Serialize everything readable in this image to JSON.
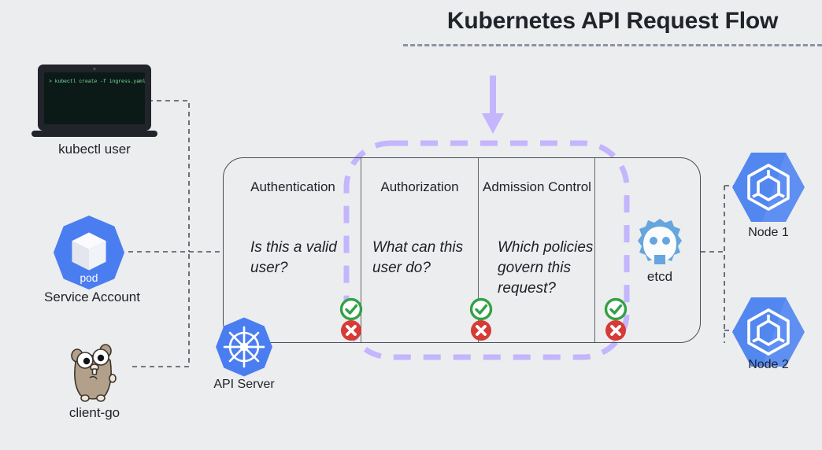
{
  "header": {
    "title": "Kubernetes API Request Flow"
  },
  "colors": {
    "background": "#ecedef",
    "k8s_blue": "#4a7df0",
    "node_blue": "#5287f0",
    "etcd_blue": "#64a6dd",
    "accent_purple": "#c4b5fd",
    "title_rule": "#8d93a6",
    "check_green": "#34a047",
    "cross_red": "#d63b36",
    "terminal_bg": "#0c1a17",
    "terminal_text": "#7ee0a8",
    "laptop_shell": "#21242a",
    "gopher_body": "#b3a08a",
    "text_dark": "#20232a"
  },
  "clients": [
    {
      "name": "kubectl-user",
      "label": "kubectl user",
      "icon": "laptop-icon",
      "terminal_command": "> kubectl create -f ingress.yaml"
    },
    {
      "name": "service-account",
      "label": "Service Account",
      "icon": "pod-icon",
      "icon_caption": "pod"
    },
    {
      "name": "client-go",
      "label": "client-go",
      "icon": "go-gopher-icon"
    }
  ],
  "api_server": {
    "label": "API Server",
    "icon": "kubernetes-helm-icon"
  },
  "request_arrow": {
    "name": "incoming-request-arrow",
    "direction": "down",
    "color": "#c4b5fd"
  },
  "pipeline": {
    "highlight_region": "admission-chain-dashed-outline",
    "stages": [
      {
        "name": "authentication",
        "heading": "Authentication",
        "question": "Is this a valid user?",
        "verdicts": {
          "allow": "check-circle-icon",
          "deny": "x-circle-icon"
        }
      },
      {
        "name": "authorization",
        "heading": "Authorization",
        "question": "What can this user do?",
        "verdicts": {
          "allow": "check-circle-icon",
          "deny": "x-circle-icon"
        }
      },
      {
        "name": "admission-control",
        "heading": "Admission Control",
        "question": "Which policies govern this request?",
        "verdicts": {
          "allow": "check-circle-icon",
          "deny": "x-circle-icon"
        }
      }
    ]
  },
  "datastore": {
    "label": "etcd",
    "icon": "etcd-gear-icon"
  },
  "nodes": [
    {
      "label": "Node 1",
      "icon": "k8s-node-icon"
    },
    {
      "label": "Node 2",
      "icon": "k8s-node-icon"
    }
  ]
}
